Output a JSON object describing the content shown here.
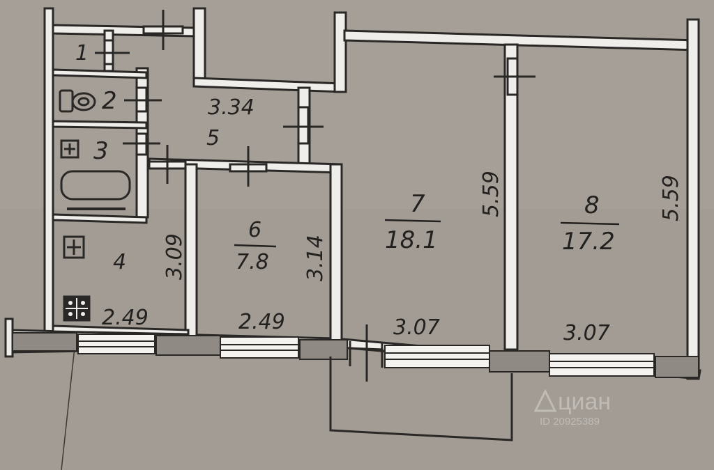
{
  "plan": {
    "rooms": [
      {
        "id": "1",
        "number": "1",
        "area": ""
      },
      {
        "id": "2",
        "number": "2",
        "area": ""
      },
      {
        "id": "3",
        "number": "3",
        "area": ""
      },
      {
        "id": "4",
        "number": "4",
        "area": ""
      },
      {
        "id": "5",
        "number": "5",
        "area": ""
      },
      {
        "id": "6",
        "number": "6",
        "area": "7.8"
      },
      {
        "id": "7",
        "number": "7",
        "area": "18.1"
      },
      {
        "id": "8",
        "number": "8",
        "area": "17.2"
      }
    ],
    "dimensions": {
      "hall_width": "3.34",
      "kitchen_depth": "3.09",
      "kitchen_width": "2.49",
      "room6_depth": "3.14",
      "room6_width": "2.49",
      "room7_depth": "5.59",
      "room7_width": "3.07",
      "room8_depth": "5.59",
      "room8_width": "3.07"
    },
    "watermark": {
      "brand": "циан",
      "id": "ID 20925389"
    }
  },
  "colors": {
    "background": "#a29c95",
    "wall": "#2a2826",
    "wall_fill": "#efeeea",
    "ink": "#23211f"
  }
}
